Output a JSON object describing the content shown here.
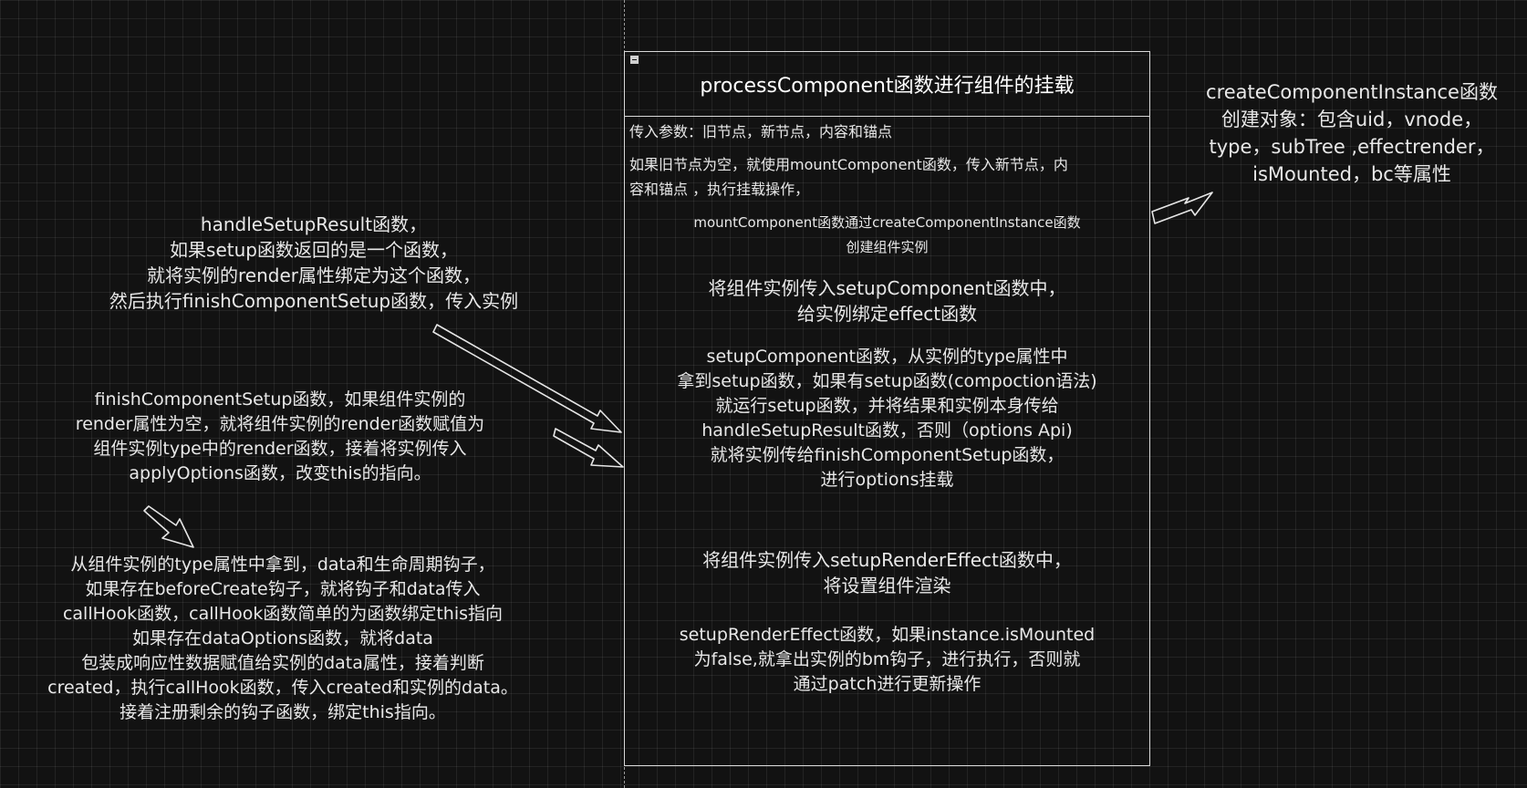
{
  "main_frame": {
    "title": "processComponent函数进行组件的挂载",
    "params": "传入参数：旧节点，新节点，内容和锚点",
    "mount_condition": [
      "如果旧节点为空，就使用mountComponent函数，传入新节点，内",
      "容和锚点 ，执行挂载操作，"
    ],
    "create_instance": [
      "mountComponent函数通过createComponentInstance函数",
      "创建组件实例"
    ],
    "setup_component": [
      "将组件实例传入setupComponent函数中，",
      "给实例绑定effect函数"
    ],
    "setup_detail": [
      "setupComponent函数，从实例的type属性中",
      "拿到setup函数，如果有setup函数(compoction语法)",
      "就运行setup函数，并将结果和实例本身传给",
      "handleSetupResult函数，否则（options Api)",
      "就将实例传给finishComponentSetup函数，",
      "进行options挂载"
    ],
    "render_effect": [
      "将组件实例传入setupRenderEffect函数中，",
      "将设置组件渲染"
    ],
    "render_effect_detail": [
      "setupRenderEffect函数，如果instance.isMounted",
      "为false,就拿出实例的bm钩子，进行执行，否则就",
      "通过patch进行更新操作"
    ]
  },
  "create_instance_note": [
    "createComponentInstance函数",
    "创建对象：包含uid，vnode，",
    "type，subTree ,effectrender，",
    "isMounted，bc等属性"
  ],
  "handle_setup_note": [
    "handleSetupResult函数，",
    "如果setup函数返回的是一个函数，",
    "就将实例的render属性绑定为这个函数，",
    "然后执行finishComponentSetup函数，传入实例"
  ],
  "finish_setup_note": [
    "finishComponentSetup函数，如果组件实例的",
    "render属性为空，就将组件实例的render函数赋值为",
    "组件实例type中的render函数，接着将实例传入",
    "applyOptions函数，改变this的指向。"
  ],
  "apply_options_note": [
    "从组件实例的type属性中拿到，data和生命周期钩子，",
    "如果存在beforeCreate钩子，就将钩子和data传入",
    "callHook函数，callHook函数简单的为函数绑定this指向",
    "如果存在dataOptions函数，就将data",
    "包装成响应性数据赋值给实例的data属性，接着判断",
    "created，执行callHook函数，传入created和实例的data。",
    "接着注册剩余的钩子函数，绑定this指向。"
  ]
}
